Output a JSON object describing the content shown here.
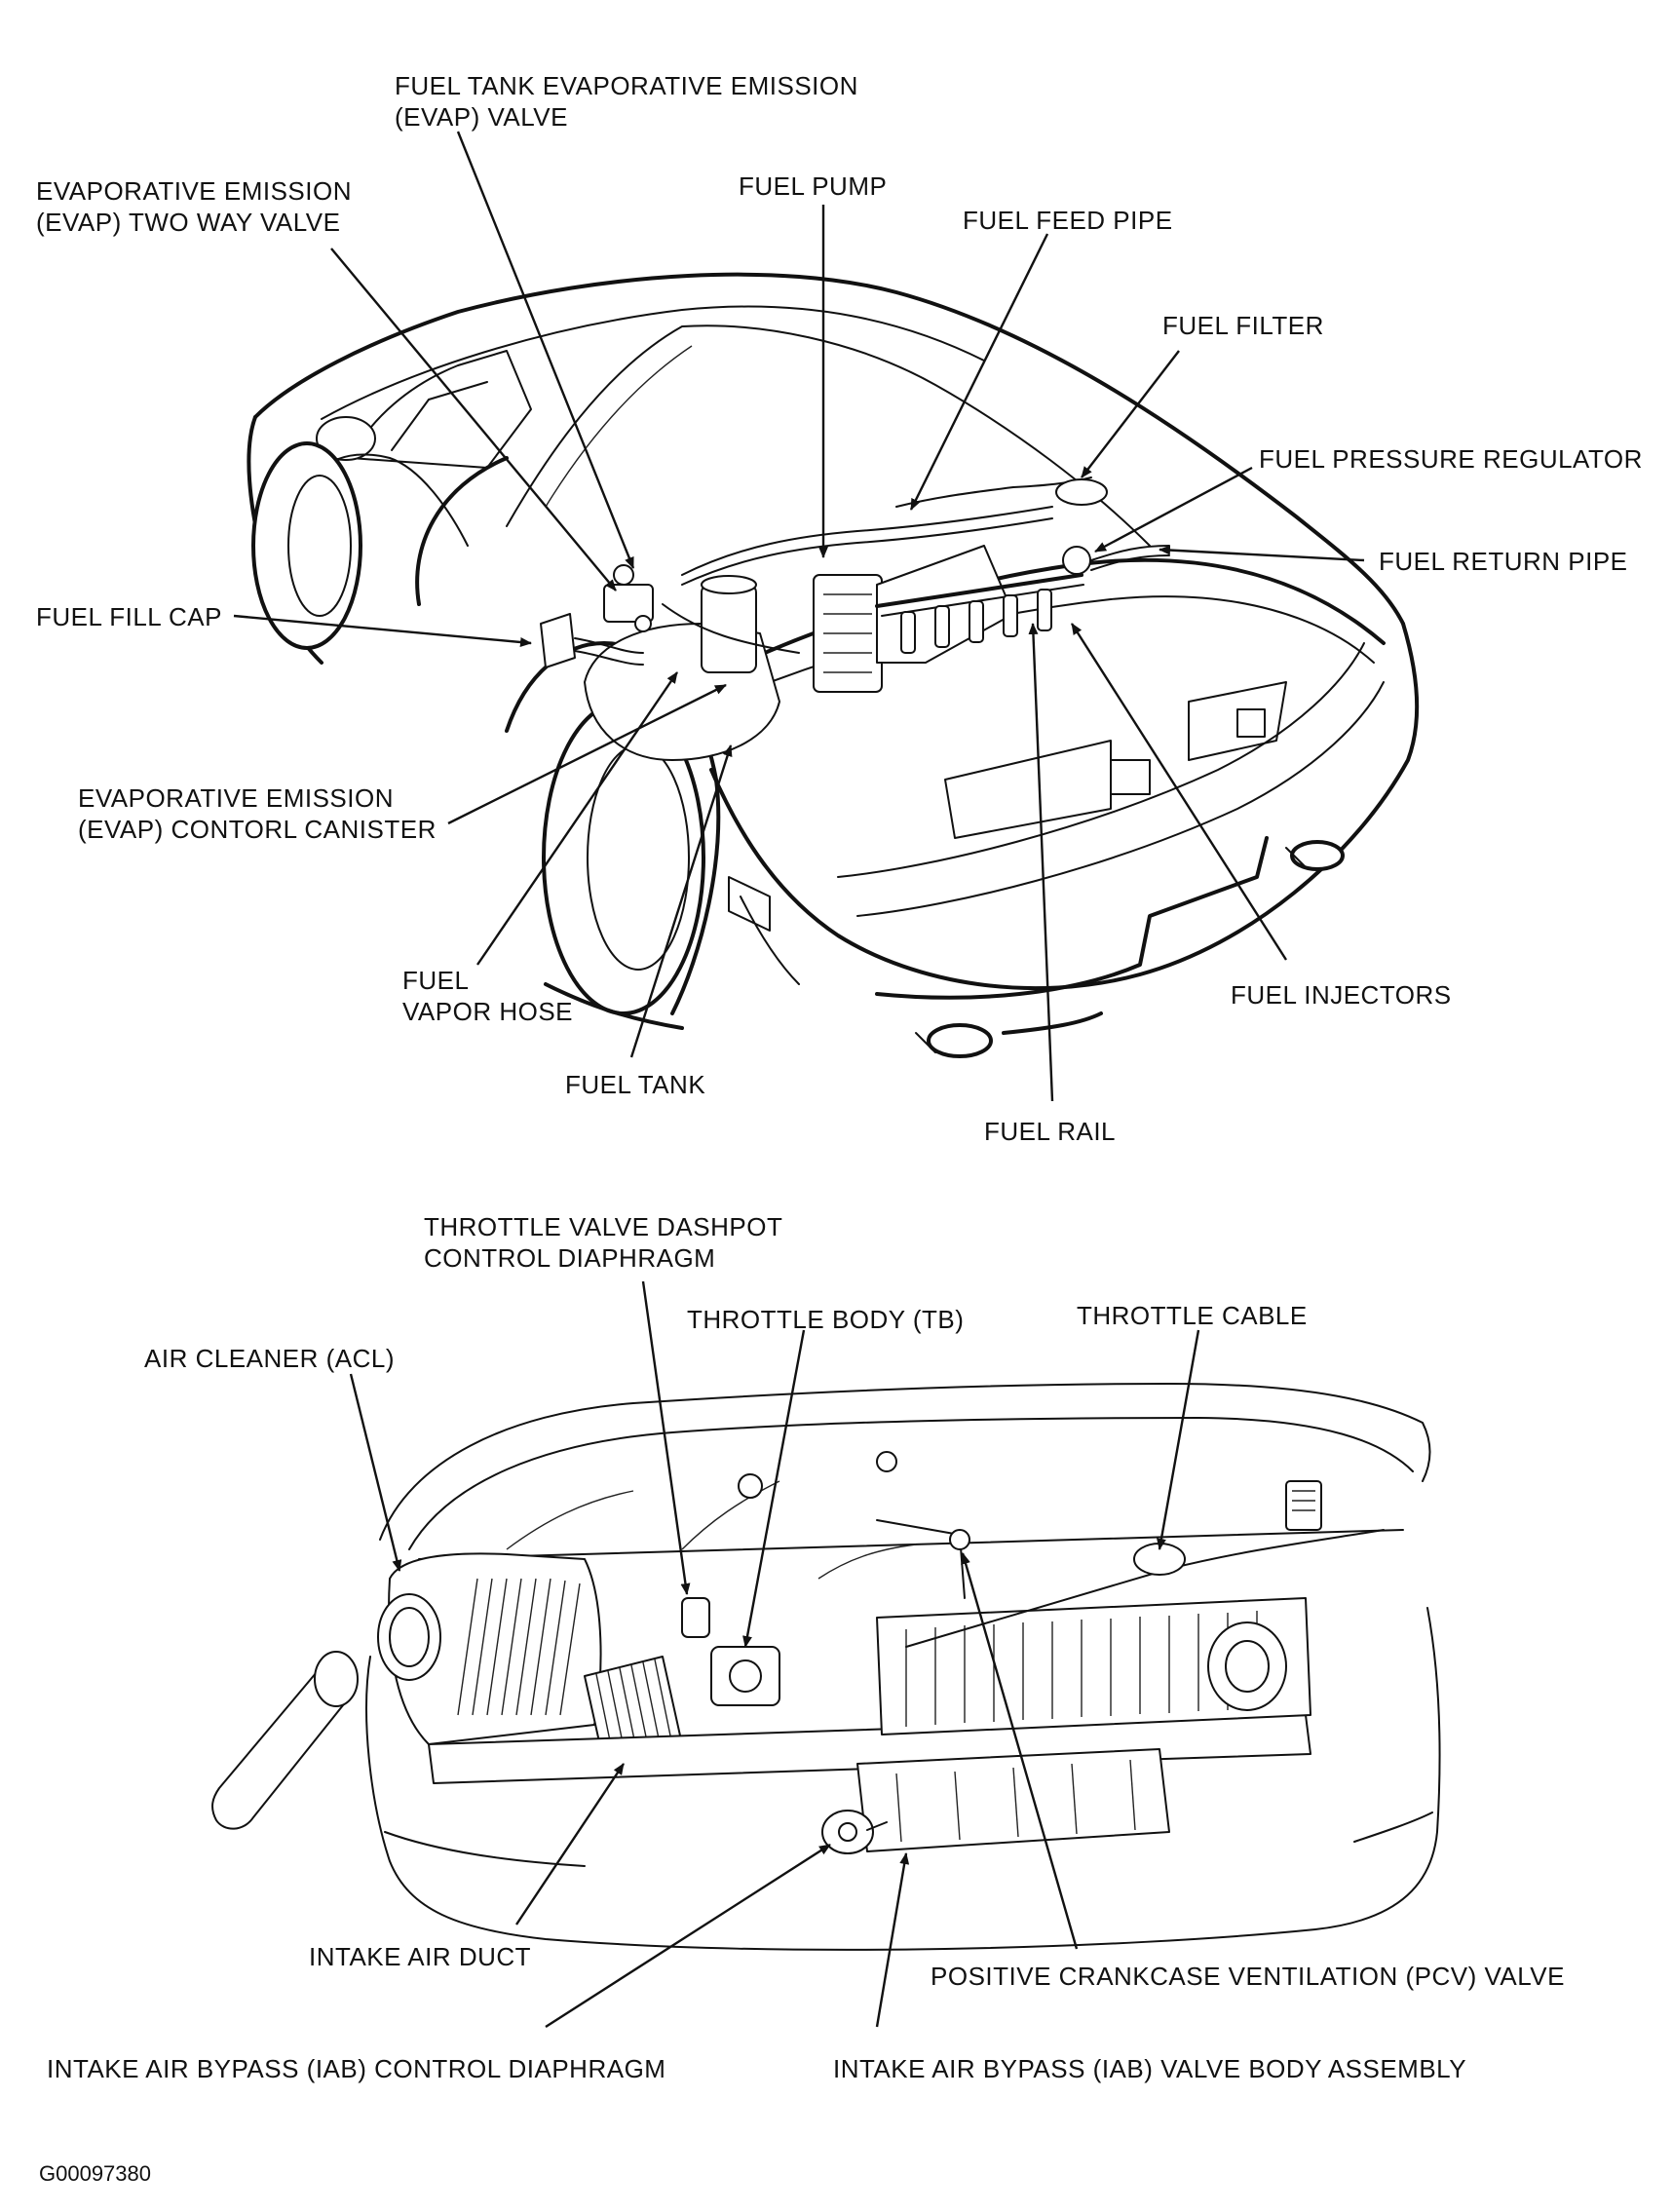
{
  "figure_id": "G00097380",
  "fuel_system_labels": {
    "fuel_tank_evap_valve": [
      "FUEL TANK EVAPORATIVE EMISSION",
      "(EVAP) VALVE"
    ],
    "evap_two_way_valve": [
      "EVAPORATIVE EMISSION",
      "(EVAP) TWO WAY VALVE"
    ],
    "fuel_pump": "FUEL PUMP",
    "fuel_feed_pipe": "FUEL FEED PIPE",
    "fuel_filter": "FUEL FILTER",
    "fuel_pressure_regulator": "FUEL PRESSURE REGULATOR",
    "fuel_return_pipe": "FUEL RETURN PIPE",
    "fuel_fill_cap": "FUEL FILL CAP",
    "evap_control_canister": [
      "EVAPORATIVE EMISSION",
      "(EVAP) CONTORL CANISTER"
    ],
    "fuel_vapor_hose": [
      "FUEL",
      "VAPOR HOSE"
    ],
    "fuel_tank": "FUEL TANK",
    "fuel_injectors": "FUEL INJECTORS",
    "fuel_rail": "FUEL RAIL"
  },
  "intake_system_labels": {
    "throttle_valve_dashpot": [
      "THROTTLE VALVE DASHPOT",
      "CONTROL DIAPHRAGM"
    ],
    "throttle_body": "THROTTLE BODY (TB)",
    "throttle_cable": "THROTTLE CABLE",
    "air_cleaner": "AIR CLEANER (ACL)",
    "intake_air_duct": "INTAKE AIR DUCT",
    "pcv_valve": "POSITIVE CRANKCASE VENTILATION (PCV) VALVE",
    "iab_control_diaphragm": "INTAKE AIR BYPASS (IAB) CONTROL DIAPHRAGM",
    "iab_valve_body": "INTAKE AIR BYPASS (IAB) VALVE BODY ASSEMBLY"
  }
}
